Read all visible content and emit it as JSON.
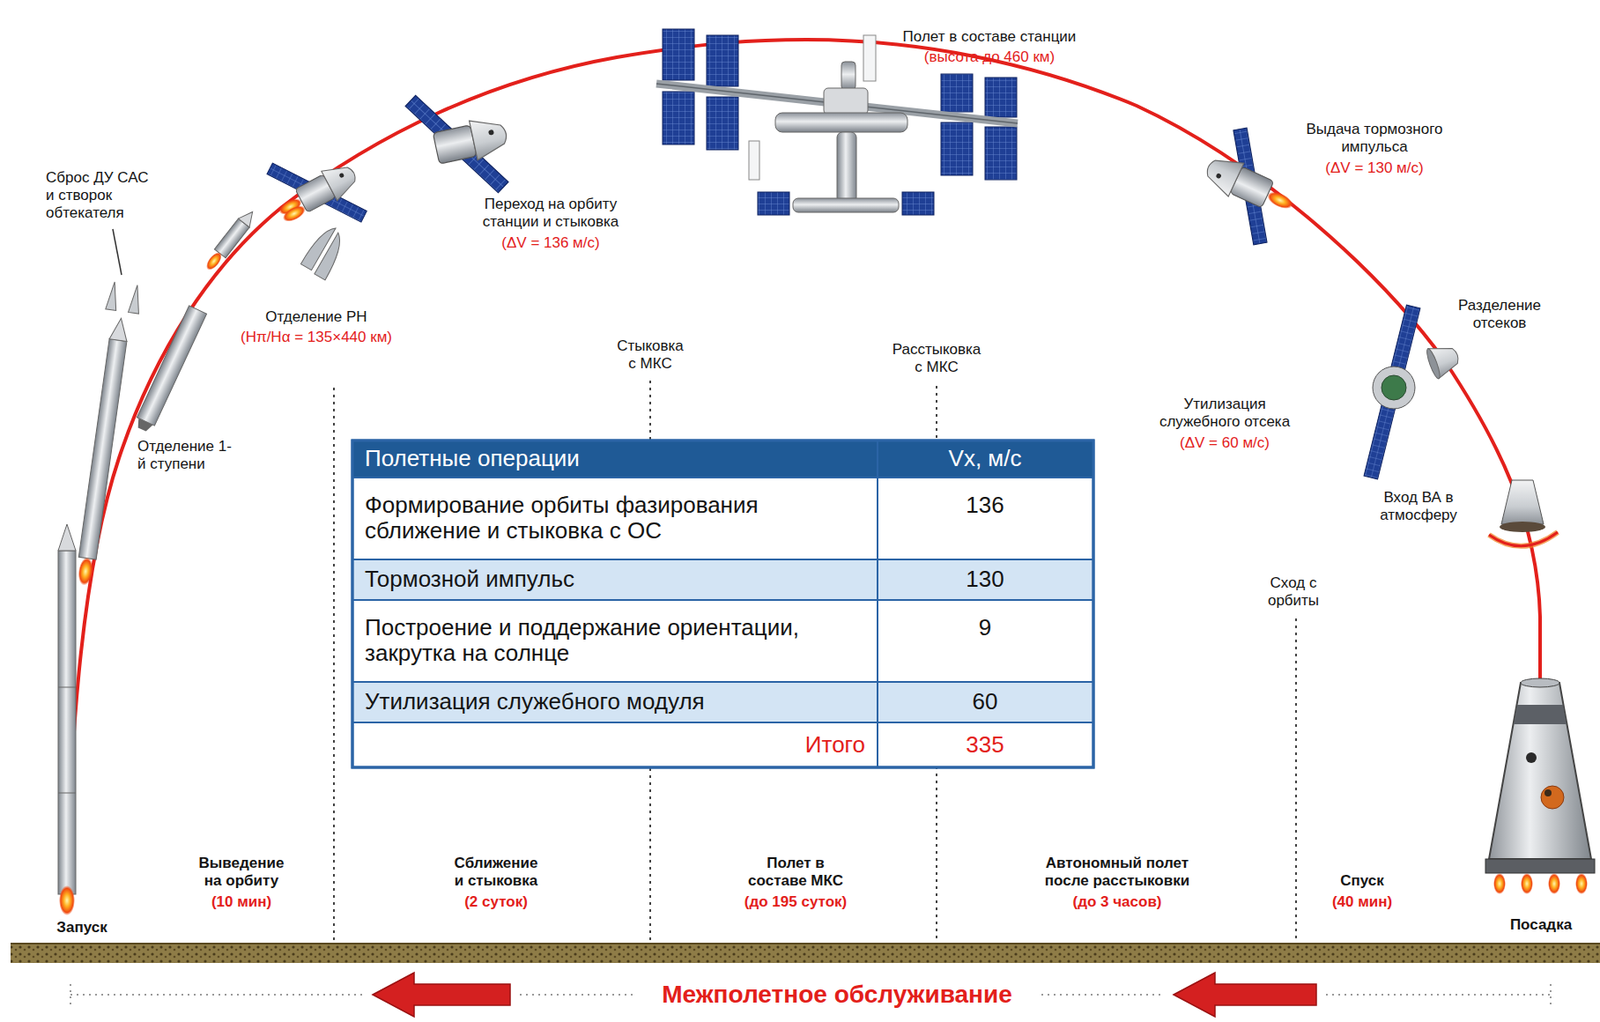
{
  "diagram": {
    "labels": [
      "Полет в составе станции",
      "(высота до 460 км)",
      "Сброс ДУ САС и створок обтекателя",
      "Переход на орбиту станции и стыковка",
      "(ΔV = 136 м/с)",
      "Отделение РН",
      "(Hπ/Hα = 135×440 км)",
      "Отделение 1-й ступени",
      "Стыковка с МКС",
      "Расстыковка с МКС",
      "Выдача тормозного импульса",
      "(ΔV = 130 м/с)",
      "Разделение отсеков",
      "Утилизация служебного отсека",
      "(ΔV = 60 м/с)",
      "Вход ВА в атмосферу",
      "Сход с орбиты",
      "Полетные операции",
      "Vx, м/с",
      "Формирование орбиты фазирования сближение и стыковка с ОС",
      "136",
      "Тормозной импульс",
      "130",
      "Построение и поддержание ориентации, закрутка на солнце",
      "9",
      "Утилизация служебного модуля",
      "60",
      "Итого",
      "335",
      "Запуск",
      "Выведение на орбиту",
      "(10 мин)",
      "Сближение и стыковка",
      "(2 суток)",
      "Полет в составе МКС",
      "(до 195 суток)",
      "Автономный полет после расстыковки",
      "(до 3 часов)",
      "Спуск",
      "(40 мин)",
      "Посадка",
      "Межполетное обслуживание"
    ]
  }
}
